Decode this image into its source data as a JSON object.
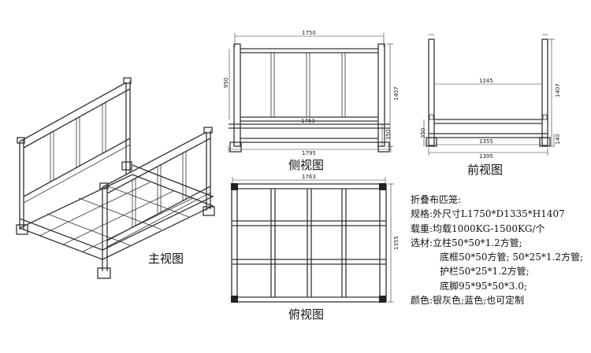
{
  "captions": {
    "main": "主视图",
    "side": "侧视图",
    "front": "前视图",
    "top": "俯视图"
  },
  "dims": {
    "side_width": "1750",
    "side_height_inner": "950",
    "side_height": "1407",
    "side_inner": "1763",
    "side_base": "1795",
    "side_foot": "350",
    "front_inner": "1245",
    "front_height": "1407",
    "front_foot": "350",
    "front_small": "140",
    "front_mid": "1355",
    "front_total": "1395",
    "top_width": "1763",
    "top_depth": "1355"
  },
  "specs": {
    "title": "折叠布匹笼:",
    "size_label": "规格:",
    "size_value": "外尺寸L1750*D1335*H1407",
    "load_label": "载重:",
    "load_value": "均载1000KG-1500KG/个",
    "material_label": "选材:",
    "material_1": "立柱50*50*1.2方管;",
    "material_2": "底框50*50方管; 50*25*1.2方管;",
    "material_3": "护栏50*25*1.2方管;",
    "material_4": "底脚95*95*50*3.0;",
    "color_label": "颜色:",
    "color_value": "银灰色;蓝色;也可定制"
  }
}
